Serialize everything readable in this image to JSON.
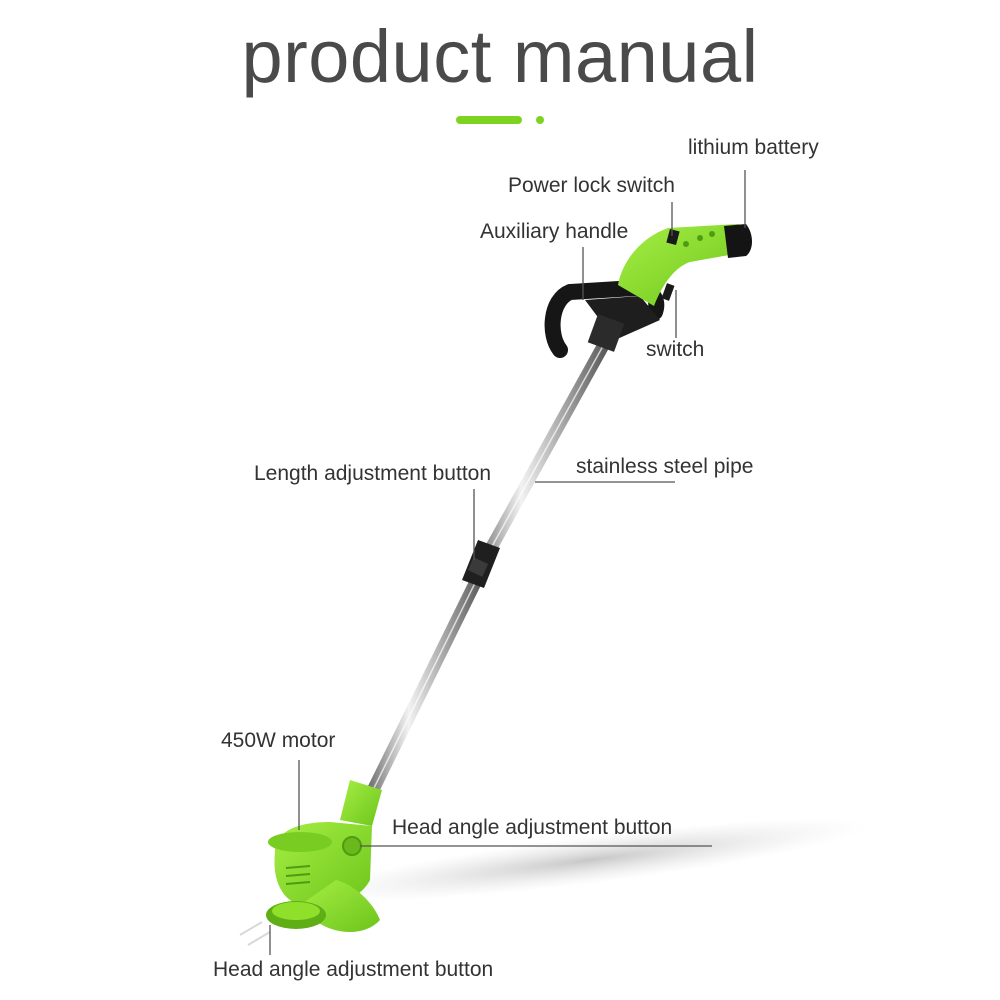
{
  "header": {
    "title": "product manual"
  },
  "colors": {
    "accent": "#7ed321",
    "body_green": "#8ee02a",
    "dark_green": "#5fae16",
    "handle": "#1a1a1a",
    "text": "#333333"
  },
  "labels": {
    "lithium_battery": "lithium battery",
    "power_lock_switch": "Power lock switch",
    "auxiliary_handle": "Auxiliary handle",
    "switch": "switch",
    "length_adjustment_button": "Length adjustment button",
    "stainless_steel_pipe": "stainless steel pipe",
    "motor": "450W motor",
    "head_angle_adjustment_button": "Head angle adjustment button",
    "head_angle_adjustment_button_bottom": "Head angle adjustment button"
  }
}
